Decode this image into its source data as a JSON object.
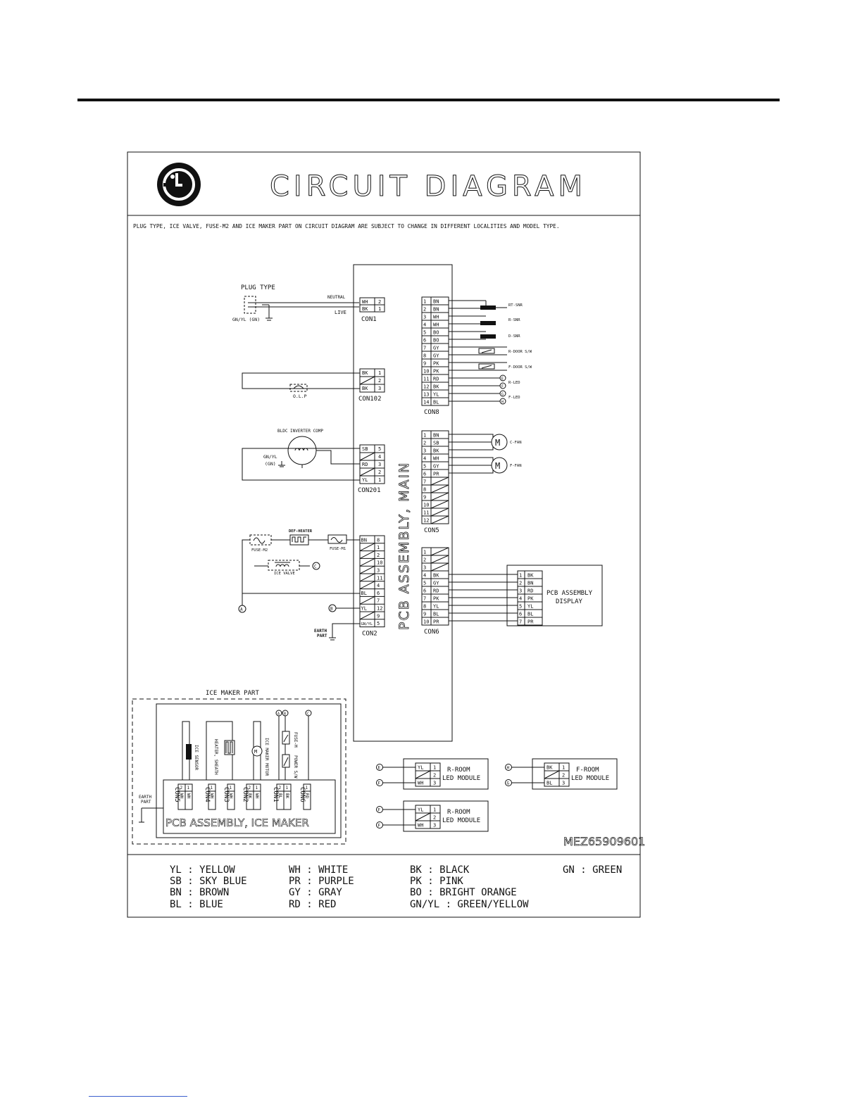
{
  "header": {
    "title": "CIRCUIT DIAGRAM",
    "logo_text": "LG",
    "notice": "PLUG TYPE, ICE VALVE, FUSE-M2 AND ICE MAKER PART ON CIRCUIT DIAGRAM ARE SUBJECT TO CHANGE IN DIFFERENT LOCALITIES AND MODEL TYPE."
  },
  "main_pcb": {
    "label": "PCB ASSEMBLY, MAIN"
  },
  "plug": {
    "title": "PLUG TYPE",
    "neutral": "NEUTRAL",
    "live": "LIVE",
    "ground": "GN/YL (GN)"
  },
  "con1": {
    "name": "CON1",
    "pins": [
      [
        "WH",
        "2"
      ],
      [
        "BK",
        "1"
      ]
    ]
  },
  "con102": {
    "name": "CON102",
    "pins": [
      [
        "BK",
        "1"
      ],
      [
        "",
        "2"
      ],
      [
        "BK",
        "3"
      ]
    ],
    "olp": "O.L.P"
  },
  "con201": {
    "name": "CON201",
    "pins": [
      [
        "SB",
        "5"
      ],
      [
        "",
        "4"
      ],
      [
        "RD",
        "3"
      ],
      [
        "",
        "2"
      ],
      [
        "YL",
        "1"
      ]
    ],
    "comp": "BLDC INVERTER COMP",
    "ground": "GN/YL",
    "ground2": "(GN)"
  },
  "con2": {
    "name": "CON2",
    "pins": [
      [
        "BN",
        "8"
      ],
      [
        "",
        "1"
      ],
      [
        "",
        "2"
      ],
      [
        "",
        "10"
      ],
      [
        "",
        "3"
      ],
      [
        "",
        "11"
      ],
      [
        "",
        "4"
      ],
      [
        "BL",
        "6"
      ],
      [
        "",
        "7"
      ],
      [
        "YL",
        "12"
      ],
      [
        "",
        "9"
      ],
      [
        "GN/YL",
        "5"
      ]
    ],
    "fuse_m2": "FUSE-M2",
    "def_heater": "DEF-HEATER",
    "fuse_m1": "FUSE-M1",
    "ice_valve": "ICE VALVE",
    "earth": "EARTH",
    "part": "PART"
  },
  "con8": {
    "name": "CON8",
    "pins": [
      [
        "1",
        "BN"
      ],
      [
        "2",
        "BN"
      ],
      [
        "3",
        "WH"
      ],
      [
        "4",
        "WH"
      ],
      [
        "5",
        "BO"
      ],
      [
        "6",
        "BO"
      ],
      [
        "7",
        "GY"
      ],
      [
        "8",
        "GY"
      ],
      [
        "9",
        "PK"
      ],
      [
        "10",
        "PK"
      ],
      [
        "11",
        "RD"
      ],
      [
        "12",
        "BK"
      ],
      [
        "13",
        "YL"
      ],
      [
        "14",
        "BL"
      ]
    ],
    "loads": [
      "RT-SNR",
      "R-SNR",
      "D-SNR",
      "R-DOOR S/W",
      "F-DOOR S/W",
      "R-LED",
      "F-LED"
    ]
  },
  "con5": {
    "name": "CON5",
    "pins": [
      [
        "1",
        "BN"
      ],
      [
        "2",
        "SB"
      ],
      [
        "3",
        "BK"
      ],
      [
        "4",
        "WH"
      ],
      [
        "5",
        "GY"
      ],
      [
        "6",
        "PR"
      ],
      [
        "7",
        ""
      ],
      [
        "8",
        ""
      ],
      [
        "9",
        ""
      ],
      [
        "10",
        ""
      ],
      [
        "11",
        ""
      ],
      [
        "12",
        ""
      ]
    ],
    "fans": [
      "C-FAN",
      "F-FAN"
    ]
  },
  "con6": {
    "name": "CON6",
    "pins": [
      [
        "1",
        ""
      ],
      [
        "2",
        ""
      ],
      [
        "3",
        ""
      ],
      [
        "4",
        "BK"
      ],
      [
        "5",
        "GY"
      ],
      [
        "6",
        "RD"
      ],
      [
        "7",
        "PK"
      ],
      [
        "8",
        "YL"
      ],
      [
        "9",
        "BL"
      ],
      [
        "10",
        "PR"
      ]
    ]
  },
  "display_pcb": {
    "label": "PCB ASSEMBLY",
    "label2": "DISPLAY",
    "pins": [
      [
        "1",
        "BK"
      ],
      [
        "2",
        "BN"
      ],
      [
        "3",
        "RD"
      ],
      [
        "4",
        "PK"
      ],
      [
        "5",
        "YL"
      ],
      [
        "6",
        "BL"
      ],
      [
        "7",
        "PR"
      ]
    ]
  },
  "ice_maker": {
    "title": "ICE MAKER PART",
    "pcb": "PCB ASSEMBLY, ICE MAKER",
    "ice_sensor": "ICE SENSOR",
    "heater": "HEATER, SHEATH",
    "motor": "ICE MAKER MOTOR",
    "fuse": "FUSE-M",
    "power_sw": "POWER S/W",
    "earth": "EARTH",
    "part": "PART",
    "connectors": [
      "CON5",
      "CON4",
      "CON3",
      "CON2",
      "CON1",
      "CON6"
    ]
  },
  "led_modules": [
    {
      "label": "R-ROOM",
      "label2": "LED MODULE",
      "pins": [
        [
          "YL",
          "1"
        ],
        [
          "",
          "2"
        ],
        [
          "WH",
          "3"
        ]
      ],
      "markers": [
        "E",
        "F"
      ]
    },
    {
      "label": "F-ROOM",
      "label2": "LED MODULE",
      "pins": [
        [
          "BK",
          "1"
        ],
        [
          "",
          "2"
        ],
        [
          "BL",
          "3"
        ]
      ],
      "markers": [
        "H",
        "G"
      ]
    },
    {
      "label": "R-ROOM",
      "label2": "LED MODULE",
      "pins": [
        [
          "YL",
          "1"
        ],
        [
          "",
          "2"
        ],
        [
          "WH",
          "3"
        ]
      ],
      "markers": [
        "F",
        "F"
      ]
    }
  ],
  "markers": {
    "A": "A",
    "B": "B",
    "C": "C"
  },
  "part_number": "MEZ65909601",
  "legend": [
    "YL : YELLOW",
    "SB : SKY BLUE",
    "BN : BROWN",
    "BL : BLUE",
    "WH : WHITE",
    "PR : PURPLE",
    "GY : GRAY",
    "RD : RED",
    "BK : BLACK",
    "PK : PINK",
    "BO : BRIGHT ORANGE",
    "GN/YL : GREEN/YELLOW",
    "GN : GREEN"
  ],
  "colors": {
    "ink": "#111111",
    "link": "#3a5fcd"
  }
}
